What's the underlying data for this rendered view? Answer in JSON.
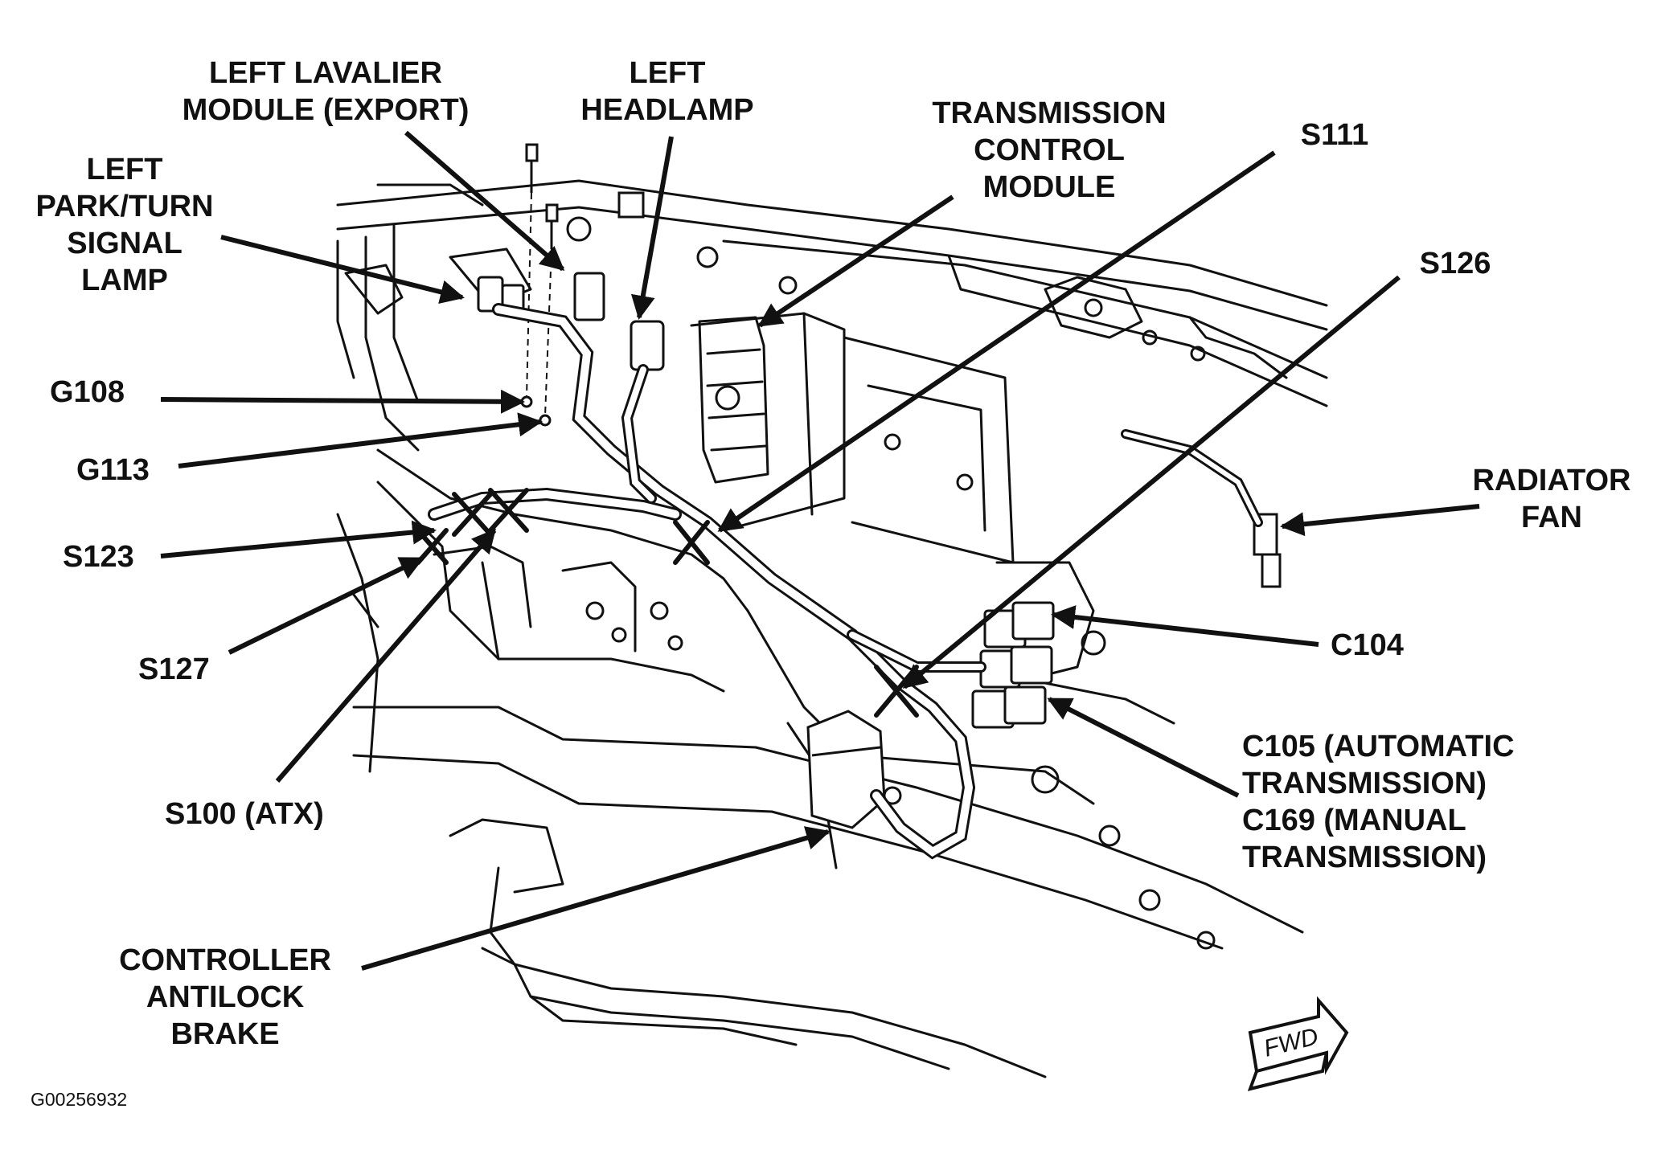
{
  "labels": {
    "left_park_turn": [
      "LEFT",
      "PARK/TURN",
      "SIGNAL",
      "LAMP"
    ],
    "left_lavalier": [
      "LEFT LAVALIER",
      "MODULE (EXPORT)"
    ],
    "left_headlamp": [
      "LEFT",
      "HEADLAMP"
    ],
    "tcm": [
      "TRANSMISSION",
      "CONTROL",
      "MODULE"
    ],
    "s111": "S111",
    "s126": "S126",
    "g108": "G108",
    "g113": "G113",
    "s123": "S123",
    "s127": "S127",
    "s100": "S100 (ATX)",
    "radiator_fan": [
      "RADIATOR",
      "FAN"
    ],
    "c104": "C104",
    "c105": [
      "C105 (AUTOMATIC",
      "TRANSMISSION)",
      "C169 (MANUAL",
      "TRANSMISSION)"
    ],
    "controller_antilock": [
      "CONTROLLER",
      "ANTILOCK",
      "BRAKE"
    ]
  },
  "fwd_indicator": "FWD",
  "figure_code": "G00256932",
  "colors": {
    "ink": "#111111",
    "background": "#ffffff"
  }
}
